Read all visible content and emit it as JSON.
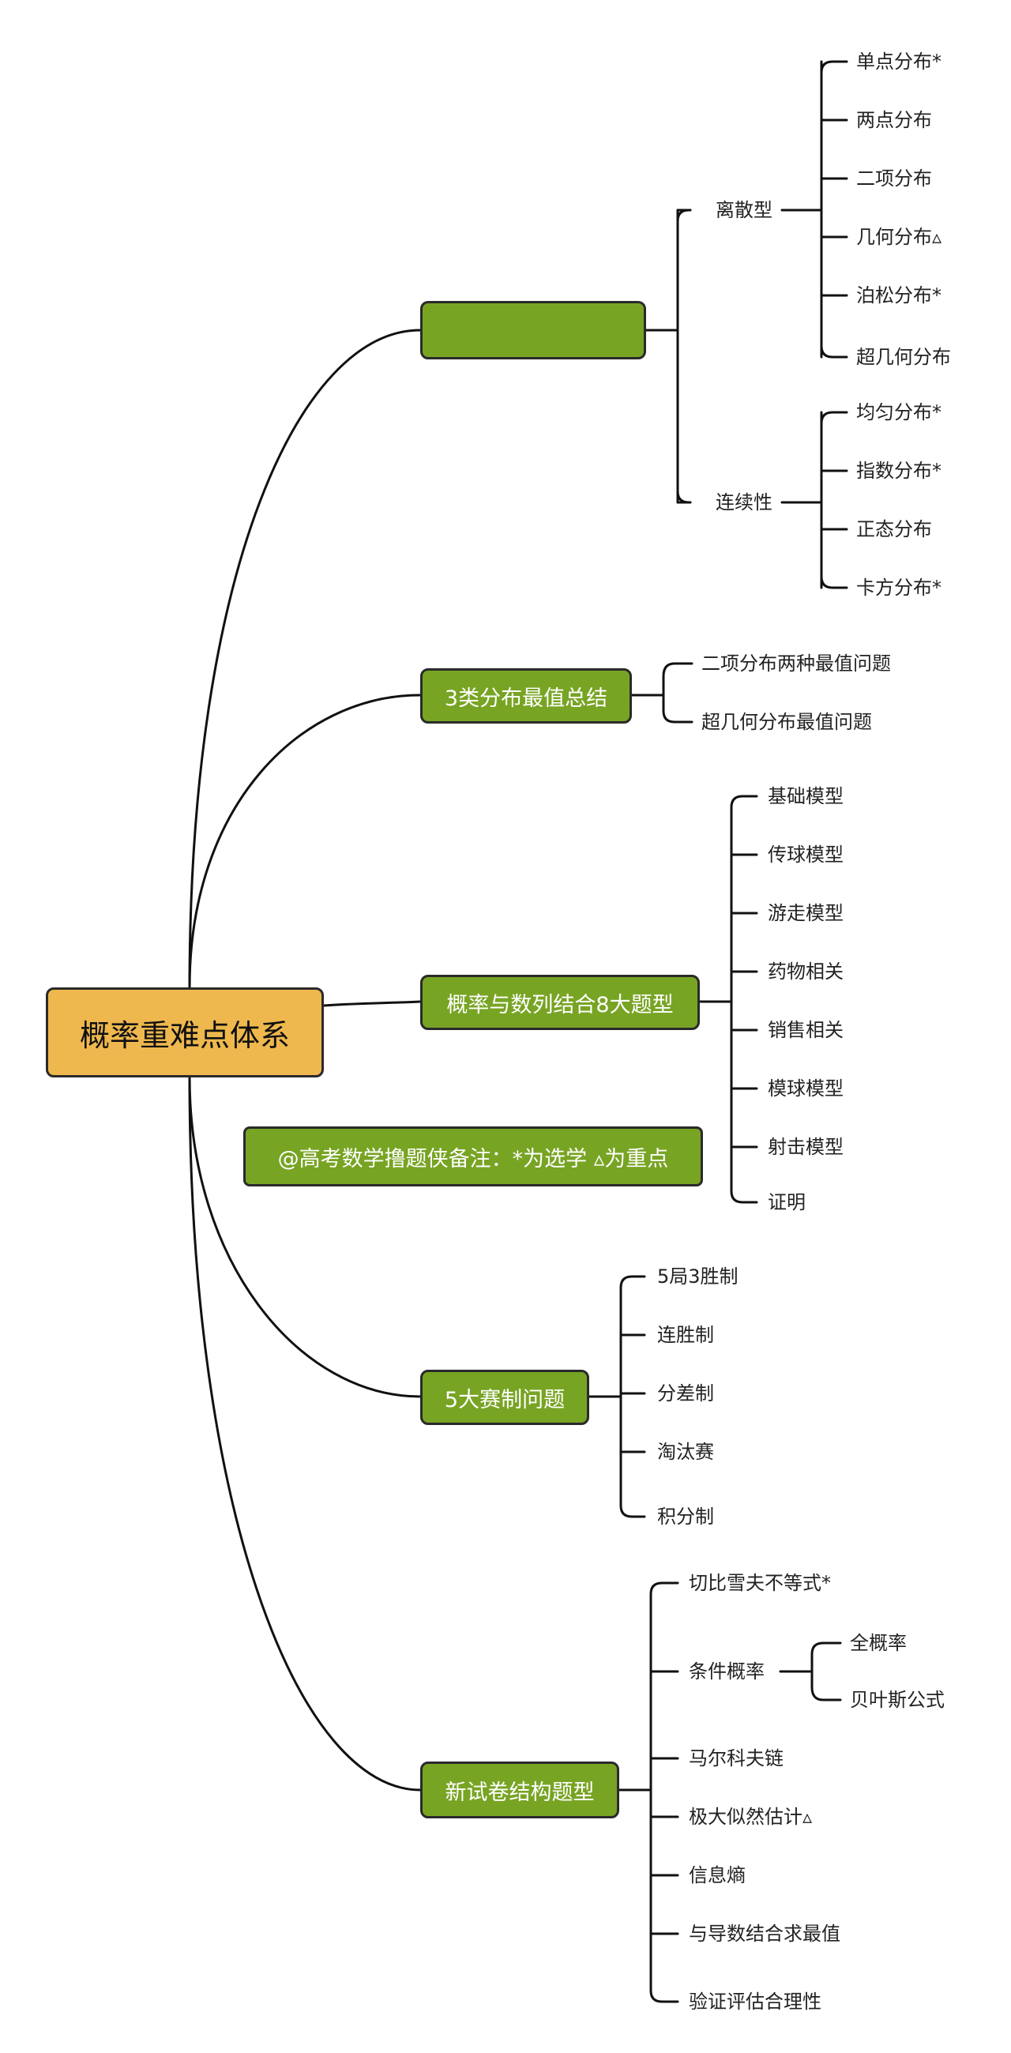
{
  "root": "概率重难点体系",
  "branches": [
    {
      "label": "",
      "children": [
        {
          "label": "离散型",
          "items": [
            "单点分布*",
            "两点分布",
            "二项分布",
            "几何分布▵",
            "泊松分布*",
            "超几何分布"
          ]
        },
        {
          "label": "连续性",
          "items": [
            "均匀分布*",
            "指数分布*",
            "正态分布",
            "卡方分布*"
          ]
        }
      ]
    },
    {
      "label": "3类分布最值总结",
      "items": [
        "二项分布两种最值问题",
        "超几何分布最值问题"
      ]
    },
    {
      "label": "概率与数列结合8大题型",
      "items": [
        "基础模型",
        "传球模型",
        "游走模型",
        "药物相关",
        "销售相关",
        "模球模型",
        "射击模型",
        "证明"
      ]
    },
    {
      "label": "5大赛制问题",
      "items": [
        "5局3胜制",
        "连胜制",
        "分差制",
        "淘汰赛",
        "积分制"
      ]
    },
    {
      "label": "新试卷结构题型",
      "items": [
        "切比雪夫不等式*",
        "条件概率",
        "马尔科夫链",
        "极大似然估计▵",
        "信息熵",
        "与导数结合求最值",
        "验证评估合理性"
      ],
      "sub": {
        "parent": "条件概率",
        "items": [
          "全概率",
          "贝叶斯公式"
        ]
      }
    }
  ],
  "note": "@高考数学撸题侠备注：*为选学  ▵为重点"
}
